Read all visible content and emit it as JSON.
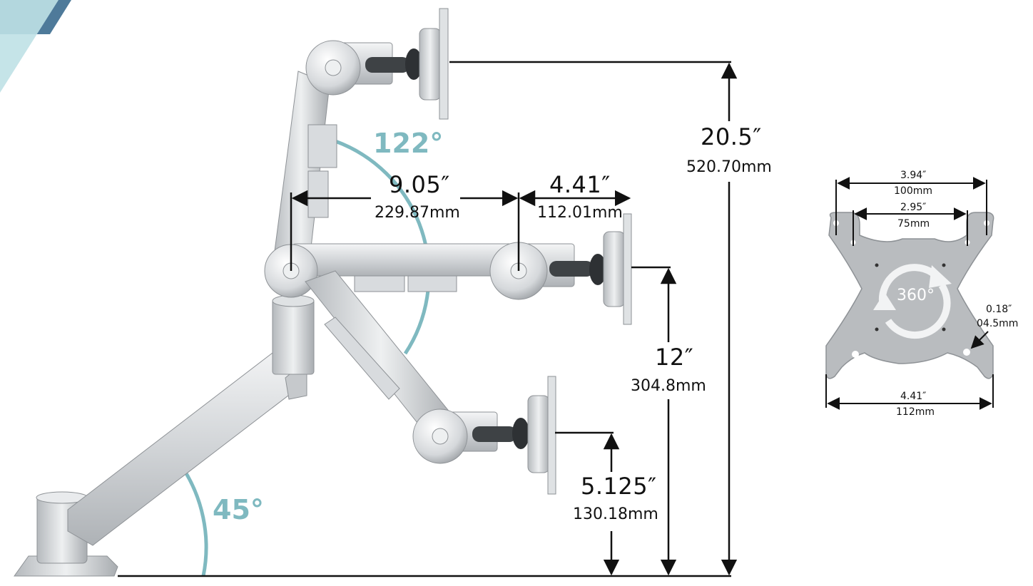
{
  "colors": {
    "accent": "#7fb9c0",
    "corner_dark": "#4e7a9a",
    "corner_light": "#bfe1e6",
    "dimension_line": "#111111",
    "arm_silver": "#c9ccd0"
  },
  "dimensions": {
    "total_height_in": "20.5″",
    "total_height_mm": "520.70mm",
    "arm_length_in": "9.05″",
    "arm_length_mm": "229.87mm",
    "extension_in": "4.41″",
    "extension_mm": "112.01mm",
    "mid_height_in": "12″",
    "mid_height_mm": "304.8mm",
    "low_height_in": "5.125″",
    "low_height_mm": "130.18mm"
  },
  "angles": {
    "upper": "122°",
    "base": "45°"
  },
  "vesa_plate": {
    "outer_width_in": "3.94″",
    "outer_width_mm": "100mm",
    "inner_width_in": "2.95″",
    "inner_width_mm": "75mm",
    "hole_in": "0.18″",
    "hole_mm": "04.5mm",
    "plate_width_in": "4.41″",
    "plate_width_mm": "112mm",
    "rotation_label": "360°"
  }
}
